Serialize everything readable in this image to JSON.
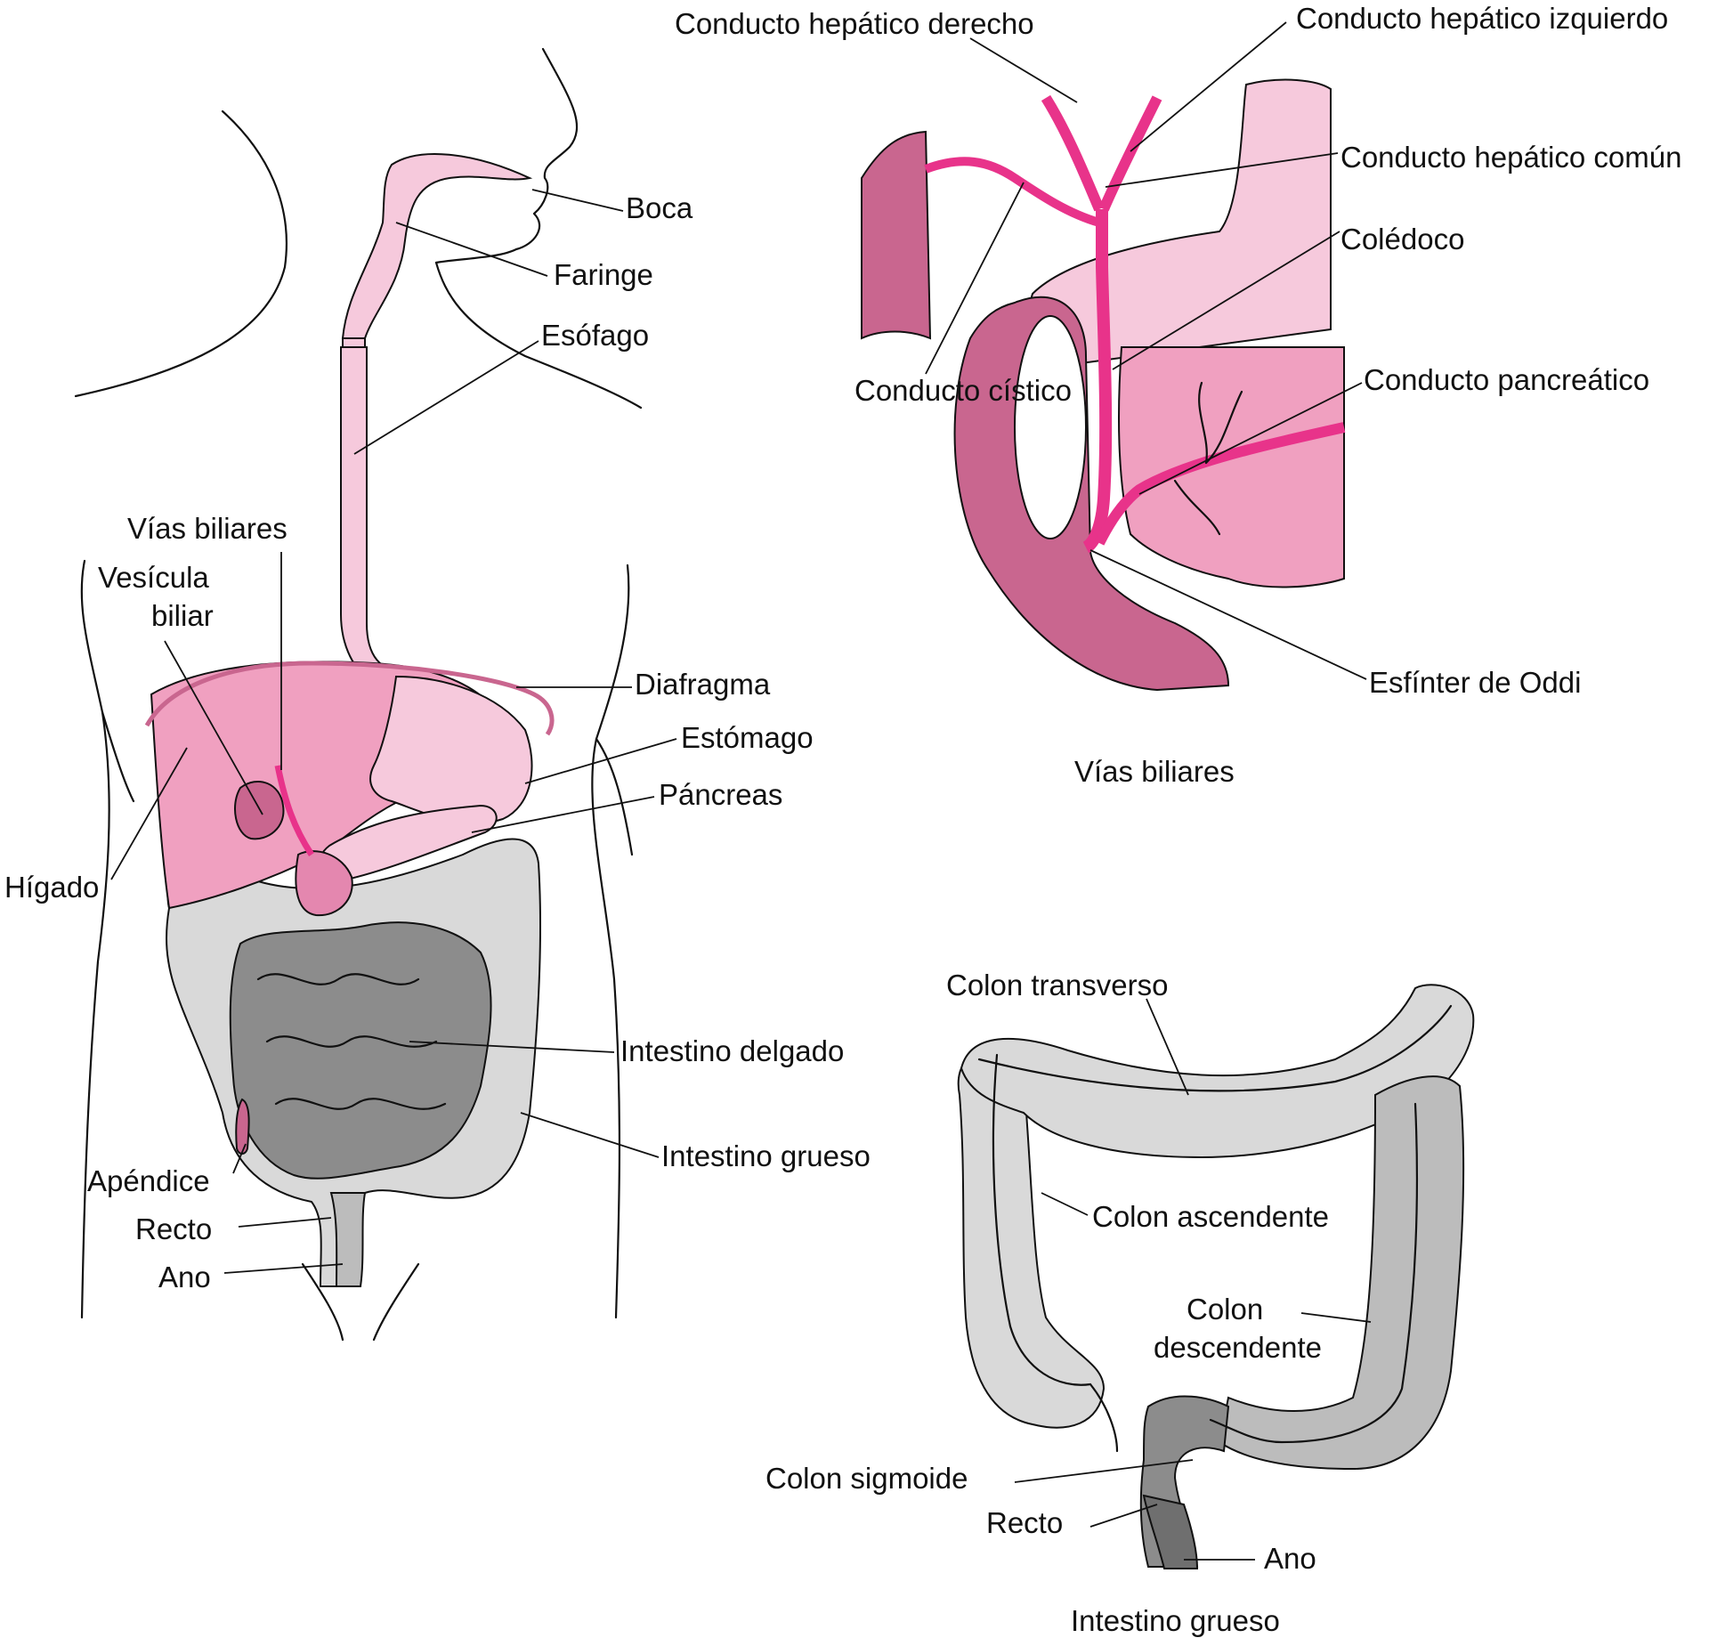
{
  "colors": {
    "pink_light": "#f6c9dc",
    "pink": "#f0a0c0",
    "pink_mid": "#e487af",
    "pink_dark": "#c9668f",
    "magenta": "#e8338a",
    "gray_light": "#d9d9d9",
    "gray_mid": "#bcbcbc",
    "gray_dark": "#8c8c8c",
    "gray_darker": "#6f6f6f"
  },
  "body": {
    "labels": {
      "boca": "Boca",
      "faringe": "Faringe",
      "esofago": "Esófago",
      "vias_biliares": "Vías biliares",
      "vesicula_1": "Vesícula",
      "vesicula_2": "biliar",
      "diafragma": "Diafragma",
      "estomago": "Estómago",
      "pancreas": "Páncreas",
      "higado": "Hígado",
      "intestino_delgado": "Intestino delgado",
      "intestino_grueso": "Intestino grueso",
      "apendice": "Apéndice",
      "recto": "Recto",
      "ano": "Ano"
    }
  },
  "biliary": {
    "caption": "Vías biliares",
    "labels": {
      "hepatico_derecho": "Conducto hepático derecho",
      "hepatico_izquierdo": "Conducto hepático izquierdo",
      "hepatico_comun": "Conducto hepático común",
      "coledoco": "Colédoco",
      "cistico": "Conducto cístico",
      "pancreatico": "Conducto pancreático",
      "oddi": "Esfínter de Oddi"
    }
  },
  "colon": {
    "caption": "Intestino grueso",
    "labels": {
      "transverso": "Colon transverso",
      "ascendente": "Colon ascendente",
      "descendente_1": "Colon",
      "descendente_2": "descendente",
      "sigmoide": "Colon sigmoide",
      "recto": "Recto",
      "ano": "Ano"
    }
  }
}
